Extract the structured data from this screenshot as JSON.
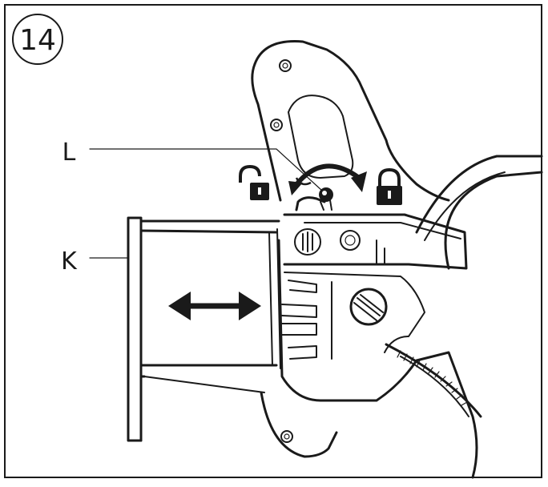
{
  "figure": {
    "step_number": "14",
    "labels": {
      "L": "L",
      "K": "K"
    },
    "icons": {
      "unlock": "unlocked-padlock-icon",
      "lock": "locked-padlock-icon",
      "double_arrow": "double-headed-arrow-icon",
      "rotate_arrow": "curved-rotate-arrow-icon"
    },
    "colors": {
      "line": "#1a1a1a",
      "background": "#ffffff"
    }
  }
}
